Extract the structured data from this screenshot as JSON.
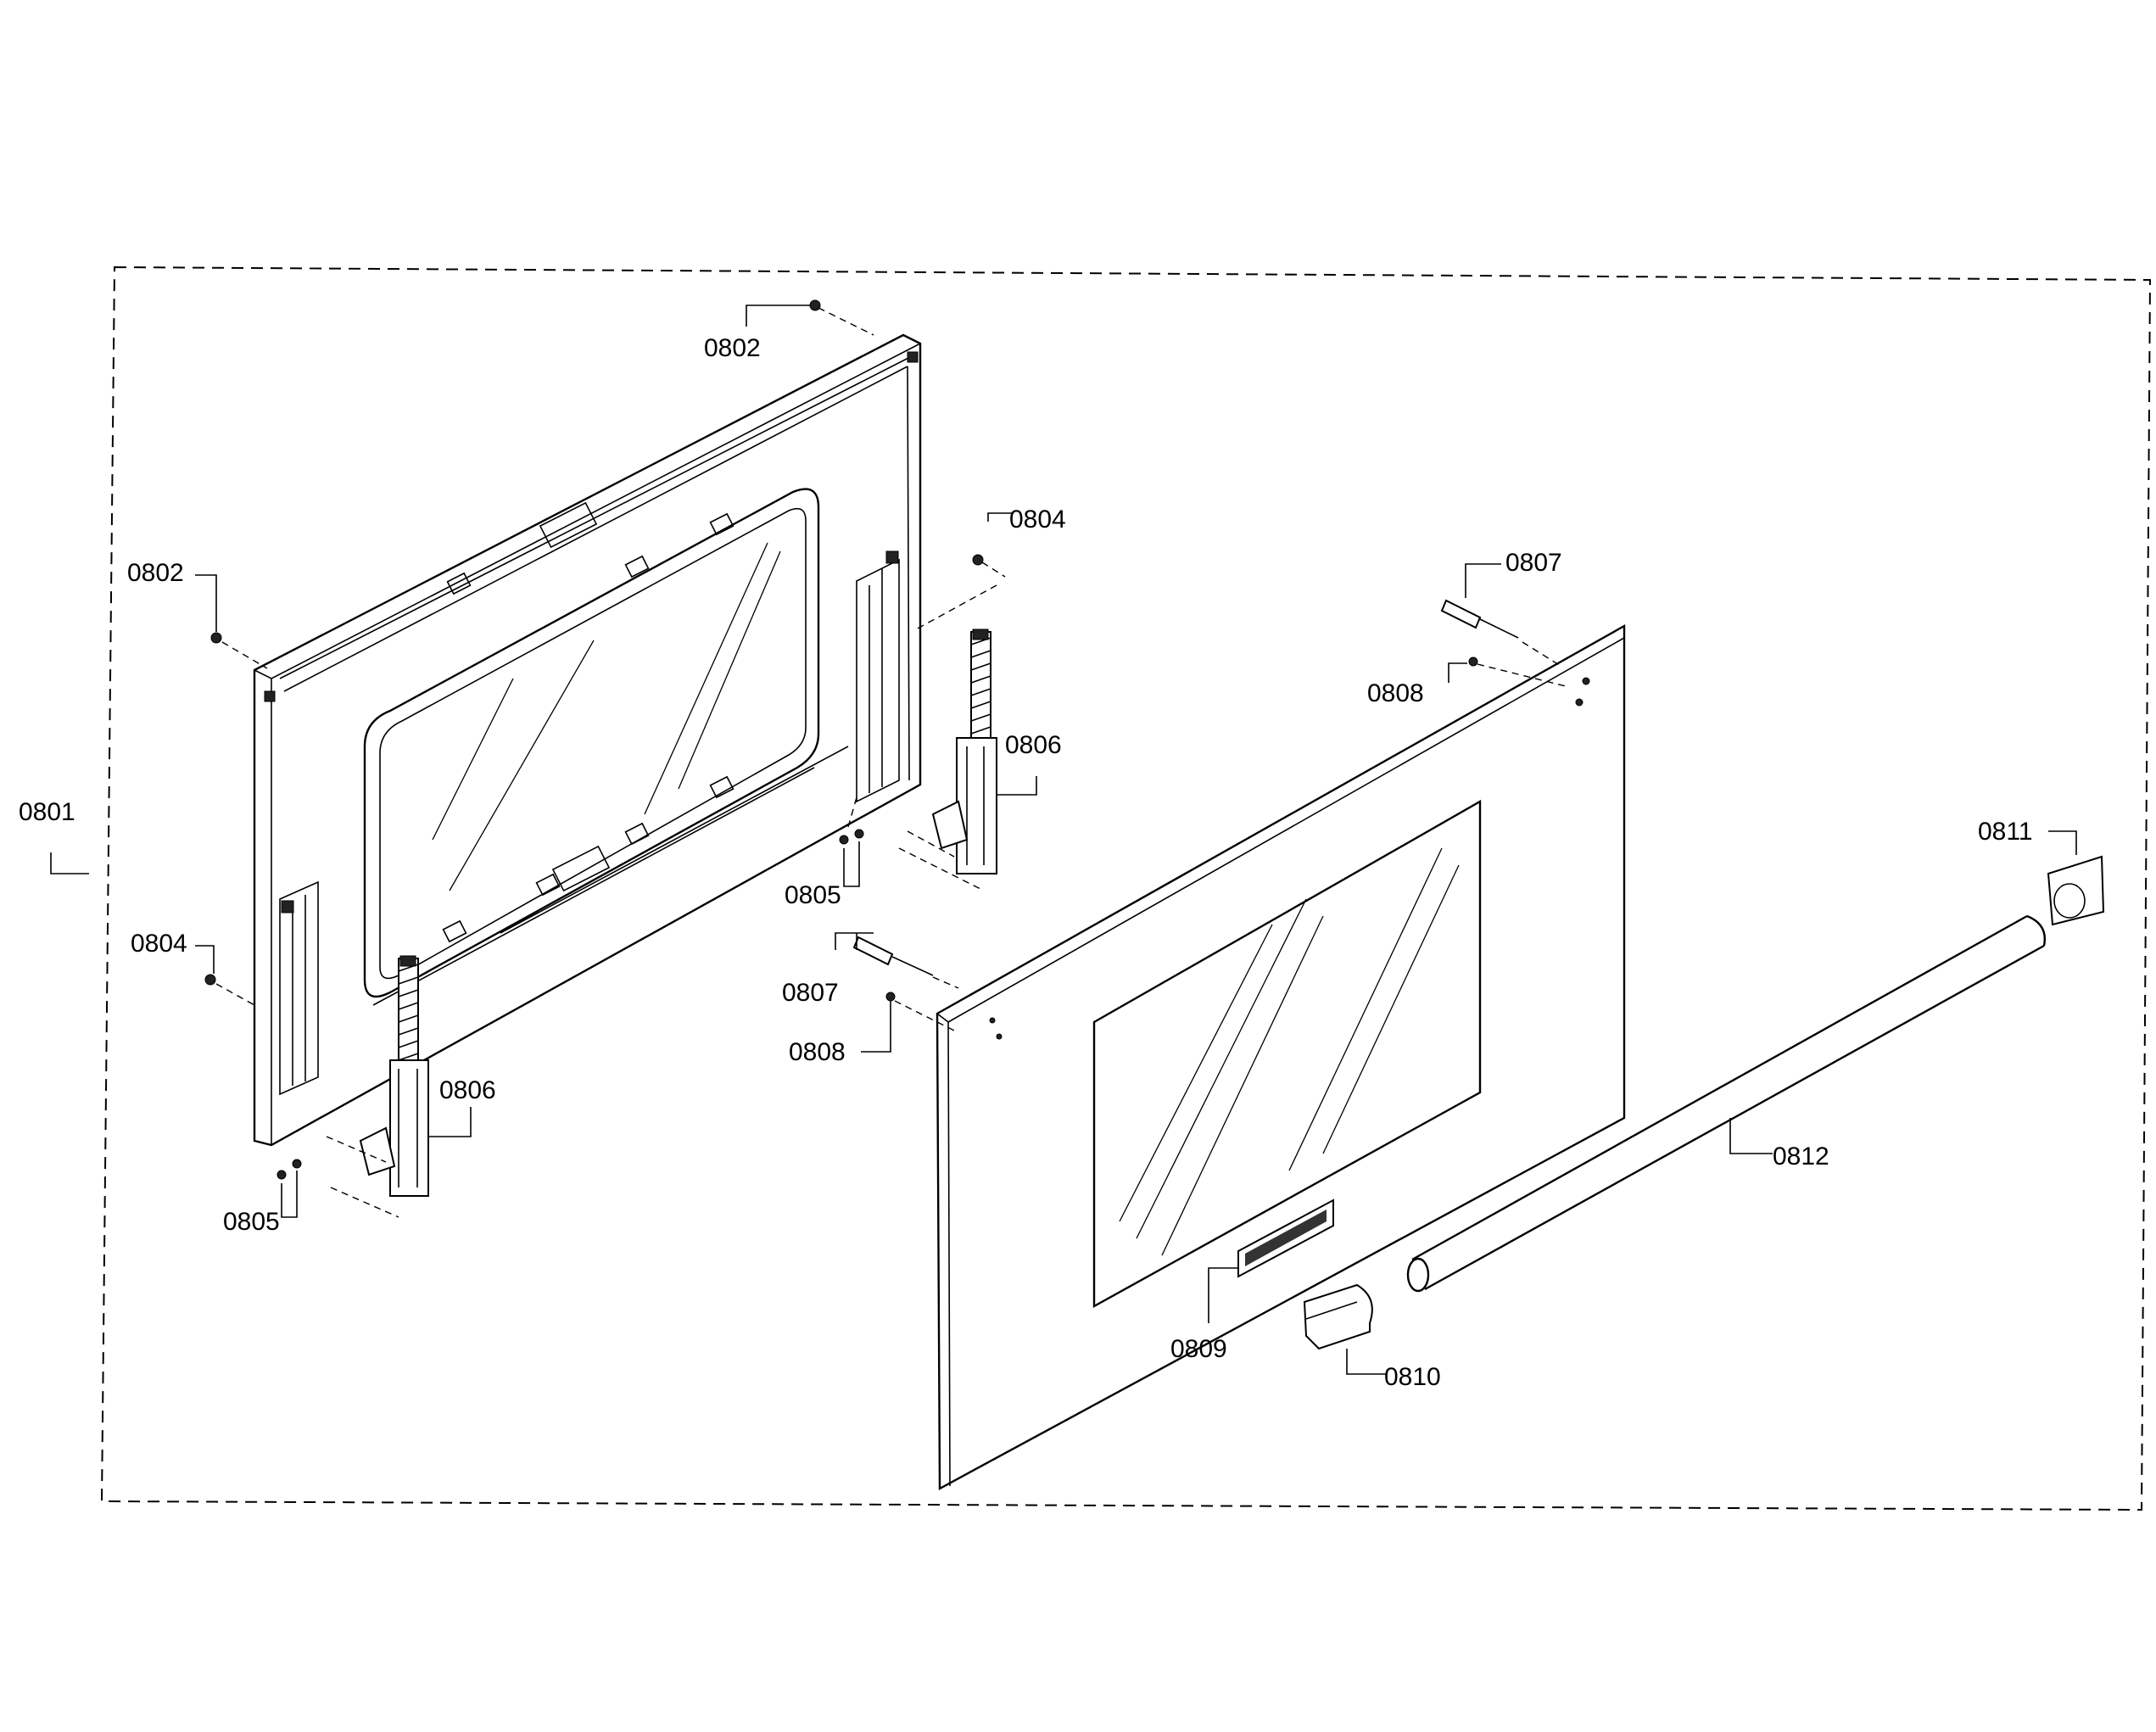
{
  "labels": {
    "p0801": "0801",
    "p0802_top": "0802",
    "p0802_left": "0802",
    "p0804_right": "0804",
    "p0804_left": "0804",
    "p0805_mid": "0805",
    "p0805_left": "0805",
    "p0806_right": "0806",
    "p0806_left": "0806",
    "p0807_top": "0807",
    "p0807_mid": "0807",
    "p0808_top": "0808",
    "p0808_mid": "0808",
    "p0809": "0809",
    "p0810": "0810",
    "p0811": "0811",
    "p0812": "0812"
  }
}
